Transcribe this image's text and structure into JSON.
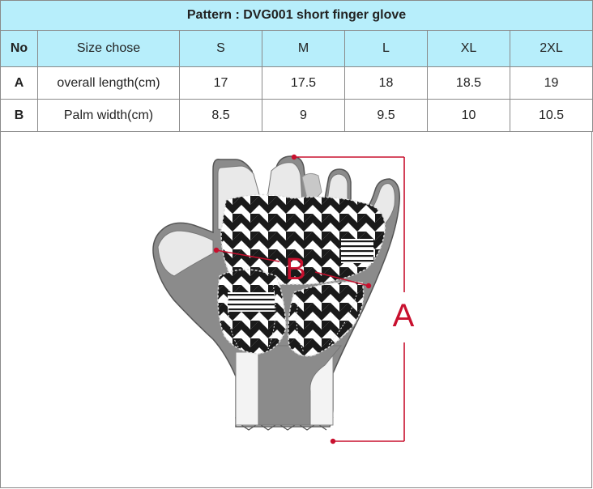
{
  "title": "Pattern : DVG001 short finger glove",
  "header": [
    "No",
    "Size chose",
    "S",
    "M",
    "L",
    "XL",
    "2XL"
  ],
  "rows": [
    {
      "key": "A",
      "label": "overall length(cm)",
      "values": [
        "17",
        "17.5",
        "18",
        "18.5",
        "19"
      ]
    },
    {
      "key": "B",
      "label": "Palm width(cm)",
      "values": [
        "8.5",
        "9",
        "9.5",
        "10",
        "10.5"
      ]
    }
  ],
  "diagram": {
    "label_a": "A",
    "label_b": "B",
    "accent_color": "#c8102e"
  }
}
